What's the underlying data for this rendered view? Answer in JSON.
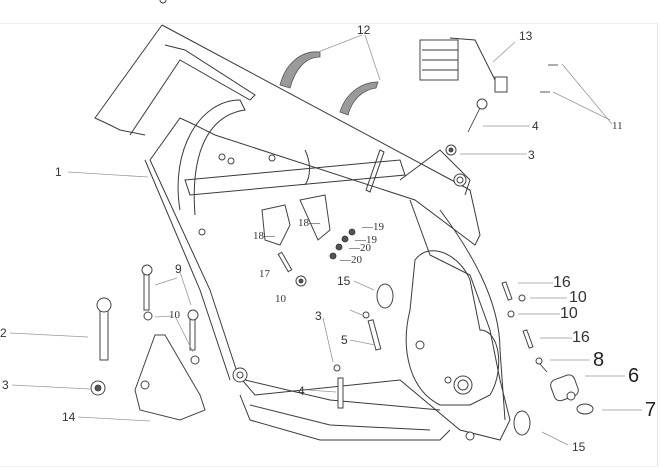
{
  "diagram": {
    "title": "Motorcycle frame exploded parts diagram",
    "callouts": [
      {
        "id": "c1",
        "text": "1"
      },
      {
        "id": "c2",
        "text": "2"
      },
      {
        "id": "c3a",
        "text": "3"
      },
      {
        "id": "c3b",
        "text": "3"
      },
      {
        "id": "c3c",
        "text": "3"
      },
      {
        "id": "c4a",
        "text": "4"
      },
      {
        "id": "c4b",
        "text": "4"
      },
      {
        "id": "c5",
        "text": "5"
      },
      {
        "id": "c6",
        "text": "6"
      },
      {
        "id": "c7",
        "text": "7"
      },
      {
        "id": "c8",
        "text": "8"
      },
      {
        "id": "c9",
        "text": "9"
      },
      {
        "id": "c10a",
        "text": "10"
      },
      {
        "id": "c10b",
        "text": "10"
      },
      {
        "id": "c10c",
        "text": "10"
      },
      {
        "id": "c10d",
        "text": "10"
      },
      {
        "id": "c11",
        "text": "11"
      },
      {
        "id": "c12",
        "text": "12"
      },
      {
        "id": "c13",
        "text": "13"
      },
      {
        "id": "c14",
        "text": "14"
      },
      {
        "id": "c15a",
        "text": "15"
      },
      {
        "id": "c15b",
        "text": "15"
      },
      {
        "id": "c16a",
        "text": "16"
      },
      {
        "id": "c16b",
        "text": "16"
      },
      {
        "id": "c17",
        "text": "17"
      },
      {
        "id": "c18a",
        "text": "18—"
      },
      {
        "id": "c18b",
        "text": "18—"
      },
      {
        "id": "c19a",
        "text": "—19"
      },
      {
        "id": "c19b",
        "text": "—19"
      },
      {
        "id": "c20a",
        "text": "—20"
      },
      {
        "id": "c20b",
        "text": "—20"
      }
    ]
  }
}
